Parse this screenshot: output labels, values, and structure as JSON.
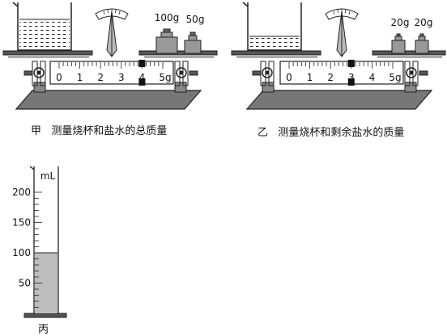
{
  "panels": {
    "jia": {
      "label": "甲",
      "caption": "测量烧杯和盐水的总质量",
      "weights": [
        "100g",
        "50g"
      ],
      "scale_ticks": [
        "0",
        "1",
        "2",
        "3",
        "4",
        "5g"
      ],
      "rider_position_g": 4.0
    },
    "yi": {
      "label": "乙",
      "caption": "测量烧杯和剩余盐水的质量",
      "weights": [
        "20g",
        "20g"
      ],
      "scale_ticks": [
        "0",
        "1",
        "2",
        "3",
        "4",
        "5g"
      ],
      "rider_position_g": 3.0
    },
    "bing": {
      "label": "丙",
      "unit": "mL",
      "ticks": [
        "200",
        "150",
        "100",
        "50"
      ],
      "liquid_level_ml": 100,
      "max_ml": 250
    }
  }
}
